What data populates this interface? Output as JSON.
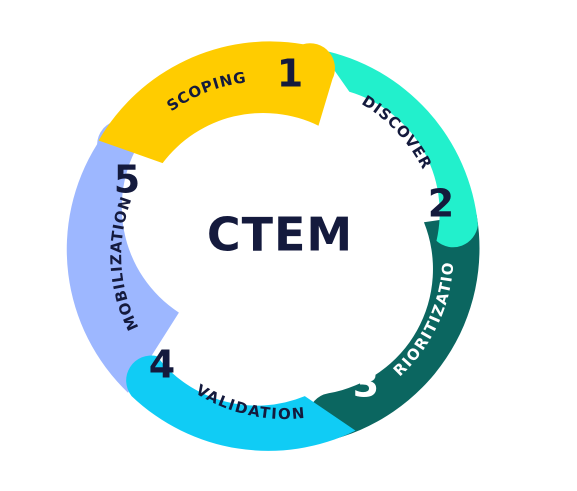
{
  "diagram": {
    "center_label": "CTEM",
    "stages": [
      {
        "number": "1",
        "label": "SCOPING",
        "color": "#ffcc00"
      },
      {
        "number": "2",
        "label": "DISCOVER",
        "color": "#22f0cc"
      },
      {
        "number": "3",
        "label": "PRIORITIZATION",
        "color": "#0b6660"
      },
      {
        "number": "4",
        "label": "VALIDATION",
        "color": "#10ccf5"
      },
      {
        "number": "5",
        "label": "MOBILIZATION",
        "color": "#9db7ff"
      }
    ],
    "text_color": "#141a3d"
  }
}
